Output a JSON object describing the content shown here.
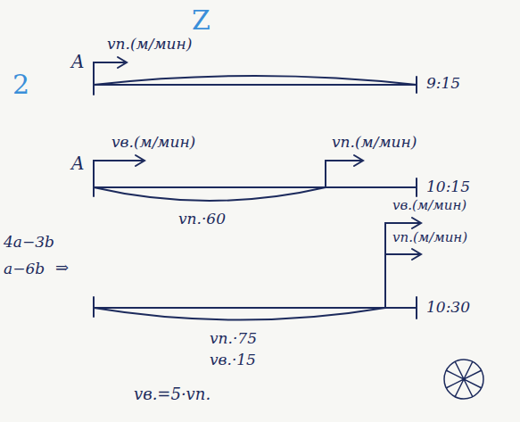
{
  "diagram": {
    "labels": [
      "A",
      "vп.(м/мин)",
      "9:15",
      "A",
      "vв.(м/мин)",
      "vп.(м/мин)",
      "10:15",
      "vп.·60",
      "vв.(м/мин)",
      "vп.(м/мин)",
      "10:30",
      "vп.·75",
      "vв.·15",
      "vв.=5·vп.",
      "4a−3b",
      "a−6b",
      "⇒",
      "Z",
      "2"
    ]
  }
}
